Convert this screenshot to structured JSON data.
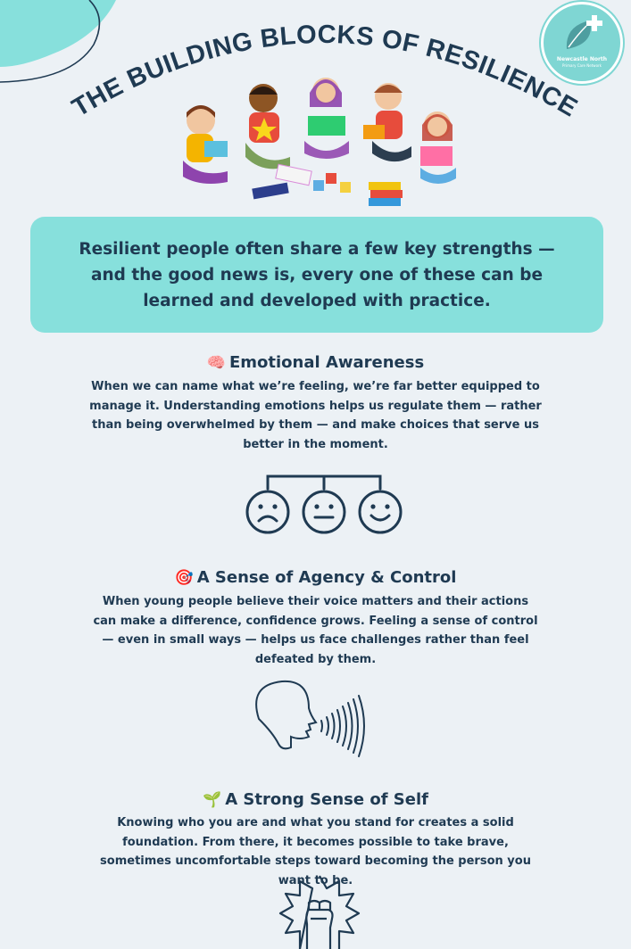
{
  "title": "THE BUILDING BLOCKS OF RESILIENCE",
  "logo": {
    "org_name": "Newcastle North",
    "org_subtitle": "Primary Care Network",
    "icon": "leaf-cross-icon"
  },
  "intro": "Resilient people often share a few key strengths — and the good news is, every one of these can be learned and developed with practice.",
  "sections": [
    {
      "emoji": "🧠",
      "heading": "Emotional Awareness",
      "body": "When we can name what we’re feeling, we’re far better equipped to manage it. Understanding emotions helps us regulate them — rather than being overwhelmed by them — and make choices that serve us better in the moment.",
      "icon": "emotion-faces-icon"
    },
    {
      "emoji": "🎯",
      "heading": "A Sense of Agency & Control",
      "body": "When young people believe their voice matters and their actions can make a difference, confidence grows. Feeling a sense of control — even in small ways — helps us face challenges rather than feel defeated by them.",
      "icon": "speaking-head-icon"
    },
    {
      "emoji": "🌱",
      "heading": "A Strong Sense of Self",
      "body": "Knowing who you are and what you stand for creates a solid foundation. From there, it becomes possible to take brave, sometimes uncomfortable steps toward becoming the person you want to be.",
      "icon": "raised-fist-icon"
    }
  ],
  "colors": {
    "background": "#ecf1f5",
    "accent": "#87e0dc",
    "text": "#1f3a52"
  }
}
